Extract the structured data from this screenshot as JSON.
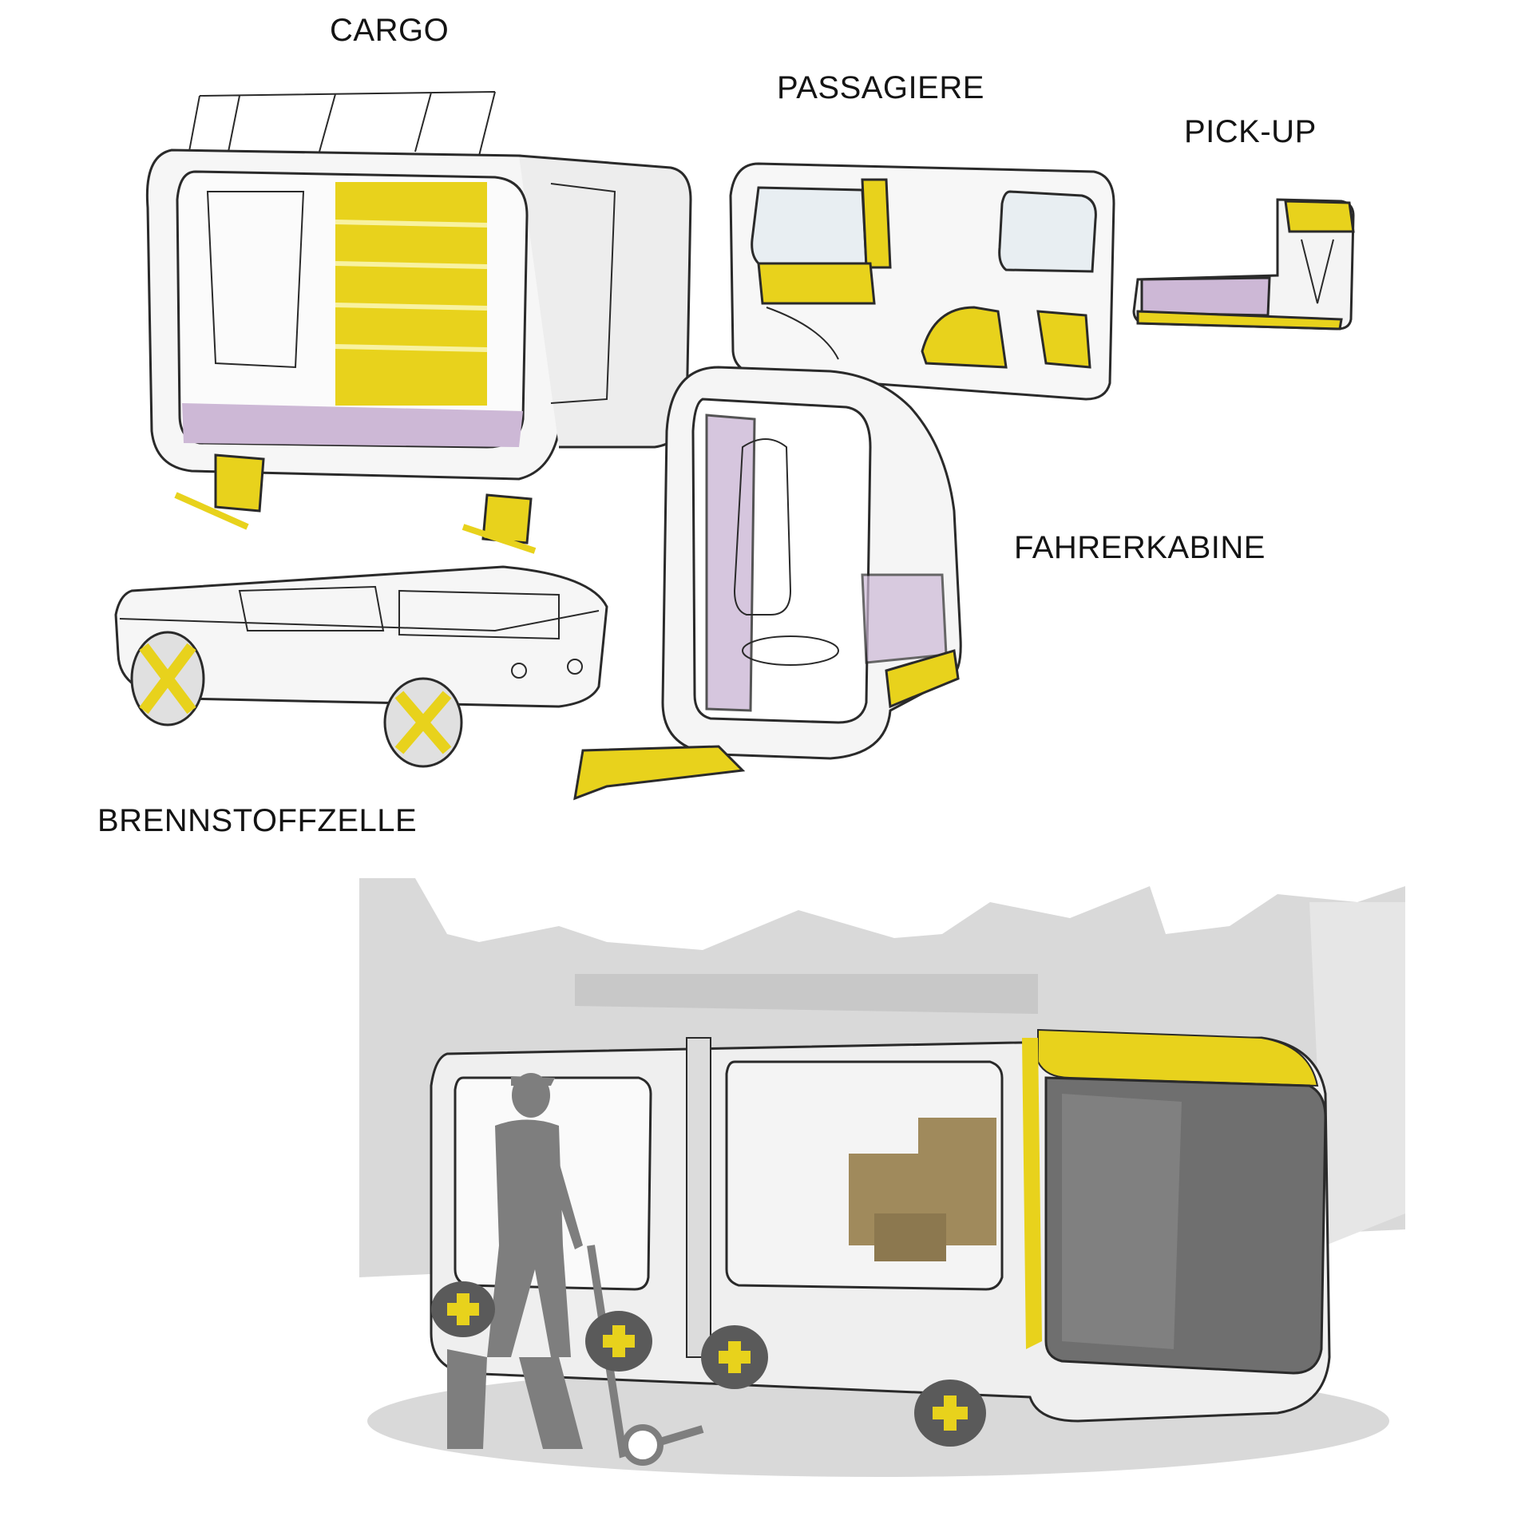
{
  "labels": {
    "cargo": "CARGO",
    "passagiere": "PASSAGIERE",
    "pickup": "PICK-UP",
    "fahrerkabine": "FAHRERKABINE",
    "brennstoffzelle": "BRENNSTOFFZELLE"
  },
  "colors": {
    "accent_yellow": "#e8d21c",
    "interior_lilac": "#cdb8d6",
    "line": "#2a2a2a",
    "box_brown": "#a08a5c",
    "shadow_grey": "#9a9a9a"
  },
  "icons": [
    "cargo-module-sketch",
    "passenger-module-sketch",
    "pickup-module-sketch",
    "driver-cabin-sketch",
    "fuel-cell-chassis-sketch",
    "assembled-vehicle-render"
  ]
}
